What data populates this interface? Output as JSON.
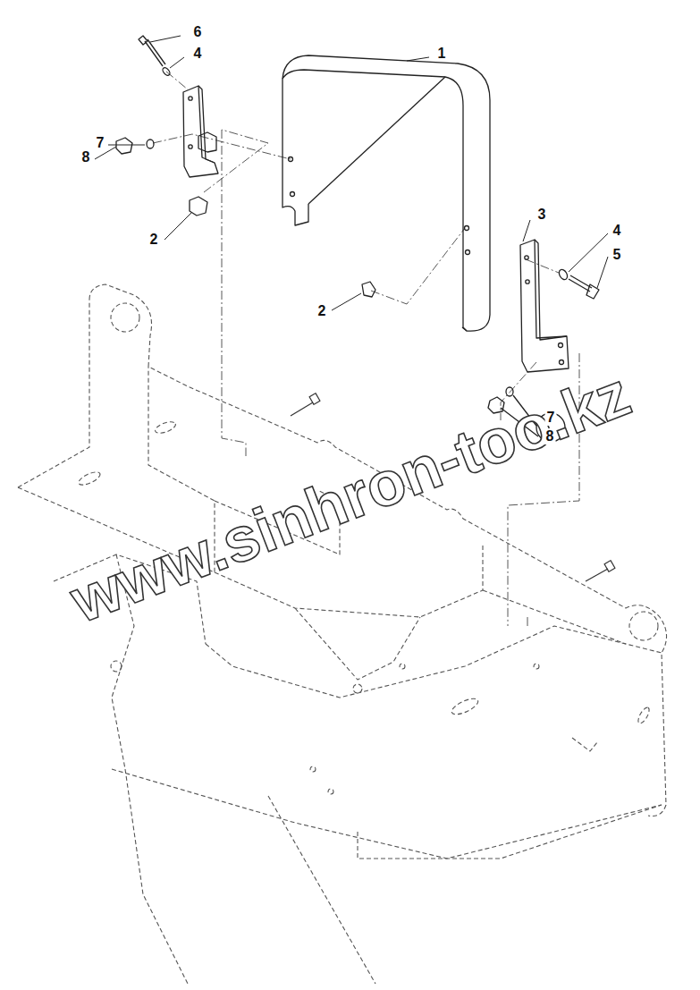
{
  "diagram": {
    "labels": [
      "6",
      "4",
      "1",
      "7",
      "8",
      "2",
      "3",
      "4",
      "5",
      "2",
      "7",
      "8",
      "www.sinhron-too.kz"
    ]
  }
}
